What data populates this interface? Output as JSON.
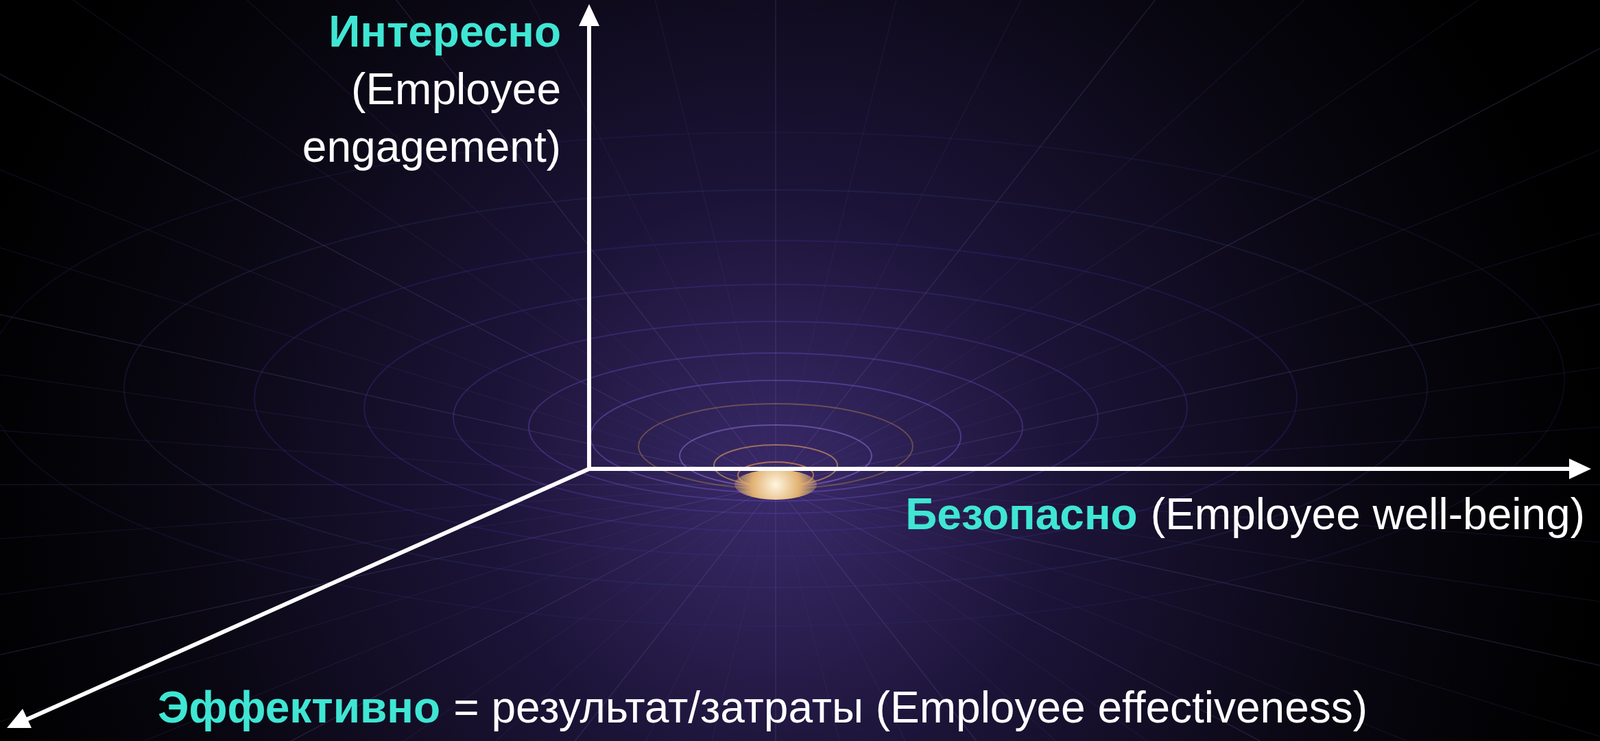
{
  "diagram": {
    "labels": [
      "Интересно",
      "(Employee engagement)",
      "Безопасно",
      "(Employee well-being)",
      "Эффективно",
      "= результат/затраты (Employee effectiveness)"
    ]
  }
}
